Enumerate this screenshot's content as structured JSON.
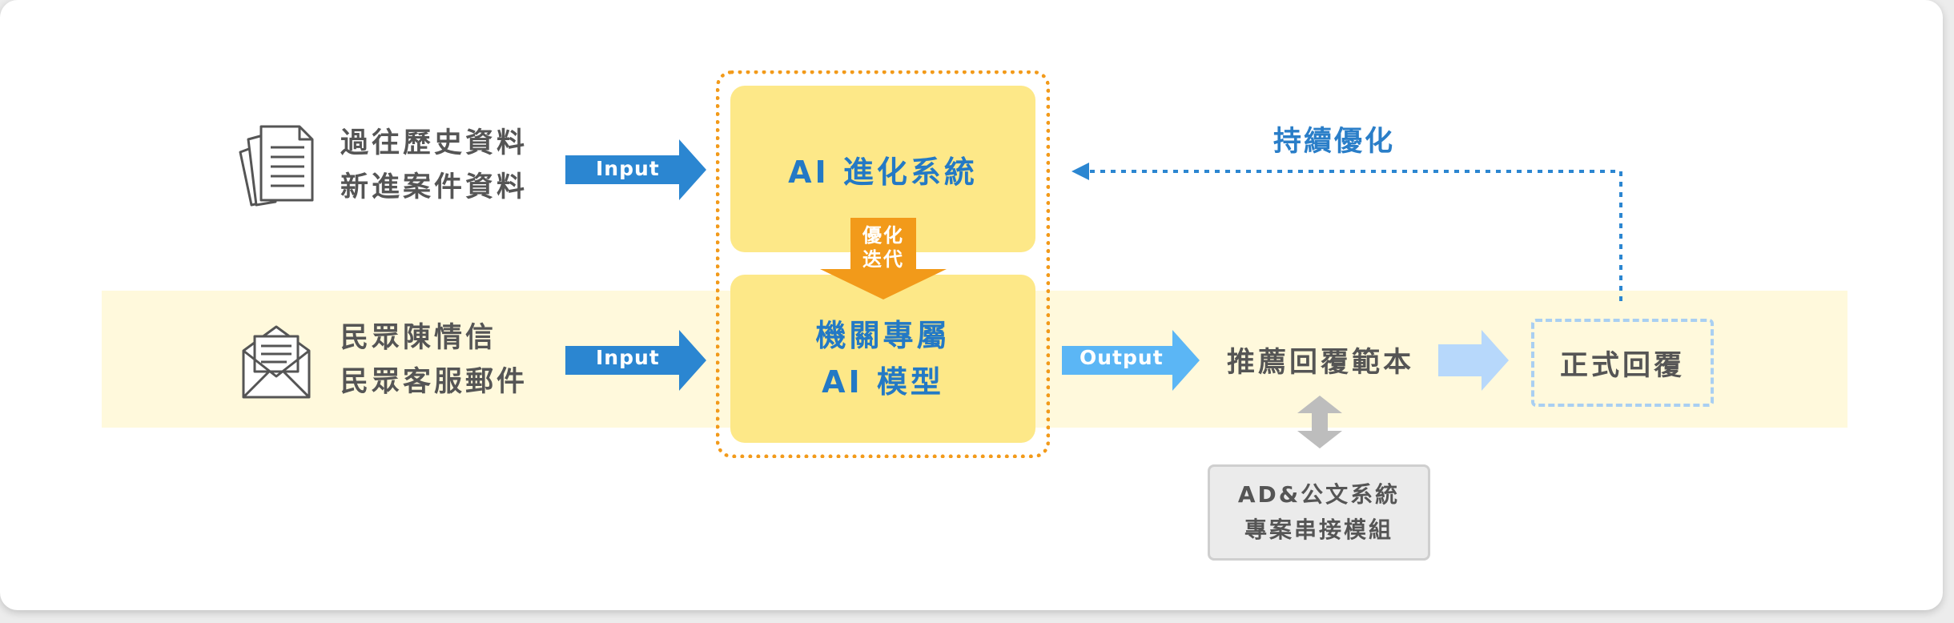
{
  "sources": {
    "top": {
      "line1": "過往歷史資料",
      "line2": "新進案件資料",
      "icon": "documents-icon"
    },
    "bottom": {
      "line1": "民眾陳情信",
      "line2": "民眾客服郵件",
      "icon": "envelope-icon"
    }
  },
  "arrows": {
    "input_top": "Input",
    "input_bottom": "Input",
    "output": "Output"
  },
  "ai_system": {
    "title": "AI 進化系統"
  },
  "iterate": {
    "line1": "優化",
    "line2": "迭代"
  },
  "model": {
    "line1": "機關專屬",
    "line2": "AI 模型"
  },
  "feedback": {
    "label": "持續優化"
  },
  "template": {
    "label": "推薦回覆範本"
  },
  "formal_reply": {
    "label": "正式回覆"
  },
  "module": {
    "line1": "AD&公文系統",
    "line2": "專案串接模組"
  },
  "colors": {
    "blue_arrow": "#2b86d1",
    "light_blue_arrow": "#5bb6f5",
    "pale_blue_arrow": "#b7d8fb",
    "yellow_box": "#fde888",
    "orange": "#f29a1a",
    "band": "#fff9dc",
    "text_blue": "#2a7ec8"
  }
}
